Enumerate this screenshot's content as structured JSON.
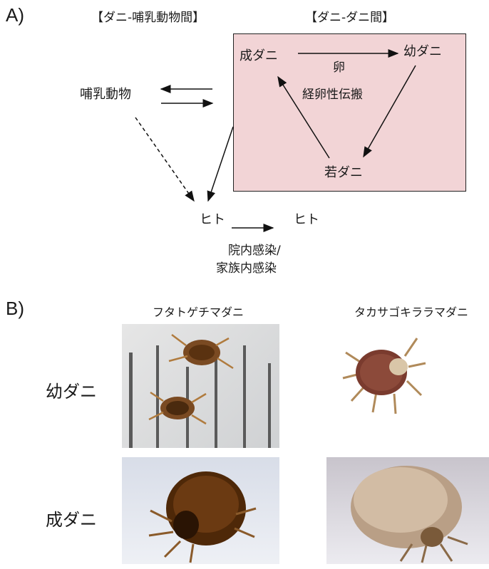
{
  "panel_a": {
    "label": "A)",
    "header_left": "【ダニ-哺乳動物間】",
    "header_right": "【ダニ-ダニ間】",
    "mammal": "哺乳動物",
    "adult": "成ダニ",
    "larva": "幼ダニ",
    "nymph": "若ダニ",
    "egg": "卵",
    "transovarial": "経卵性伝搬",
    "human_left": "ヒト",
    "human_right": "ヒト",
    "nosocomial_line1": "院内感染/",
    "nosocomial_line2": "家族内感染"
  },
  "panel_b": {
    "label": "B)",
    "species_left": "フタトゲチマダニ",
    "species_right": "タカサゴキララマダニ",
    "row_larva": "幼ダニ",
    "row_adult": "成ダニ"
  }
}
